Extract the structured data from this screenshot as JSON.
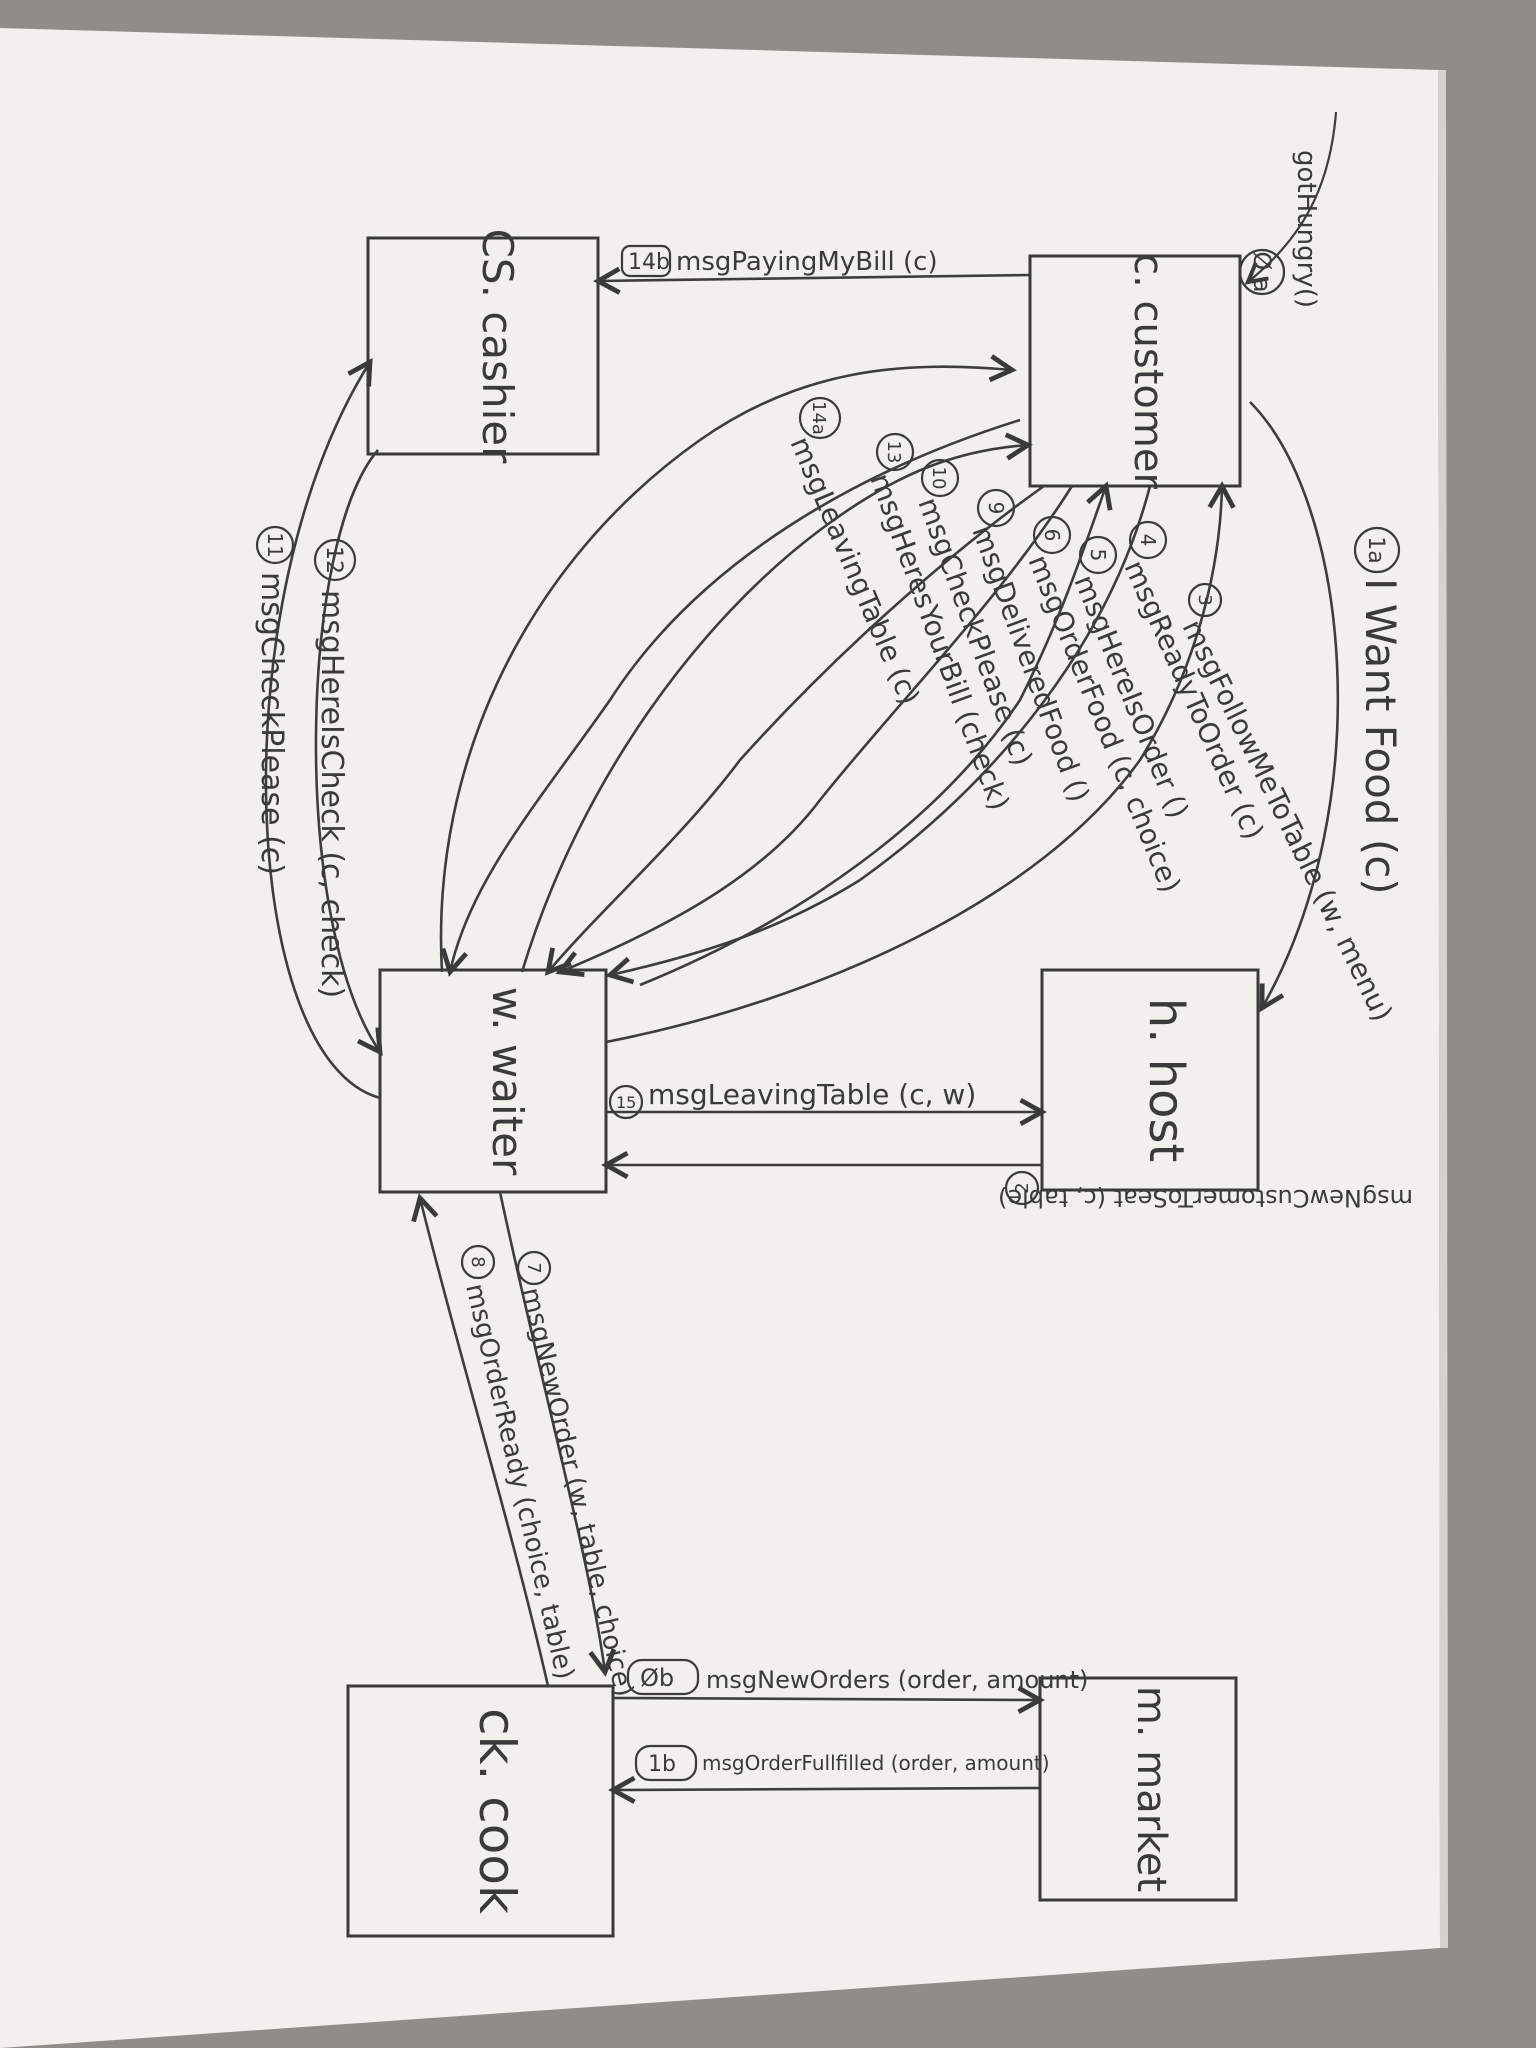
{
  "agents": {
    "cashier": "CS. cashier",
    "customer": "c. customer",
    "waiter": "w. waiter",
    "host": "h. host",
    "cook": "ck. cook",
    "market": "m. market"
  },
  "messages": {
    "m0a_num": "Ø a",
    "m0a_text": "gotHungry()",
    "m1a_num": "1a",
    "m1a_text": "I Want Food (c)",
    "m2_num": "2",
    "m2_text": "msgNewCustomerToSeat (c, table)",
    "m3_num": "3",
    "m3_text": "msgFollowMeToTable (w, menu)",
    "m4_num": "4",
    "m4_text": "msgReadyToOrder (c)",
    "m5_num": "5",
    "m5_text": "msgHereIsOrder ()",
    "m6_num": "6",
    "m6_text": "msgOrderFood (c, choice)",
    "m7_num": "7",
    "m7_text": "msgNewOrder (w, table, choice)",
    "m8_num": "8",
    "m8_text": "msgOrderReady (choice, table)",
    "m9_num": "9",
    "m9_text": "msgDeliveredFood ()",
    "m10_num": "10",
    "m10_text": "msgCheckPlease (c)",
    "m11_num": "11",
    "m11_text": "msgCheckPlease (c)",
    "m12_num": "12",
    "m12_text": "msgHereIsCheck (c, check)",
    "m13_num": "13",
    "m13_text": "msgHeresYourBill (check)",
    "m14a_num": "14a",
    "m14a_text": "msgLeavingTable (c)",
    "m14b_num": "14b",
    "m14b_text": "msgPayingMyBill (c)",
    "m15_num": "15",
    "m15_text": "msgLeavingTable (c, w)",
    "m0b_num": "Øb",
    "m0b_text": "msgNewOrders (order, amount)",
    "m1b_num": "1b",
    "m1b_text": "msgOrderFullfilled (order, amount)"
  },
  "colors": {
    "paper": "#f1f0ec",
    "ink": "#3a3a3a",
    "background": "#8f8d88"
  }
}
